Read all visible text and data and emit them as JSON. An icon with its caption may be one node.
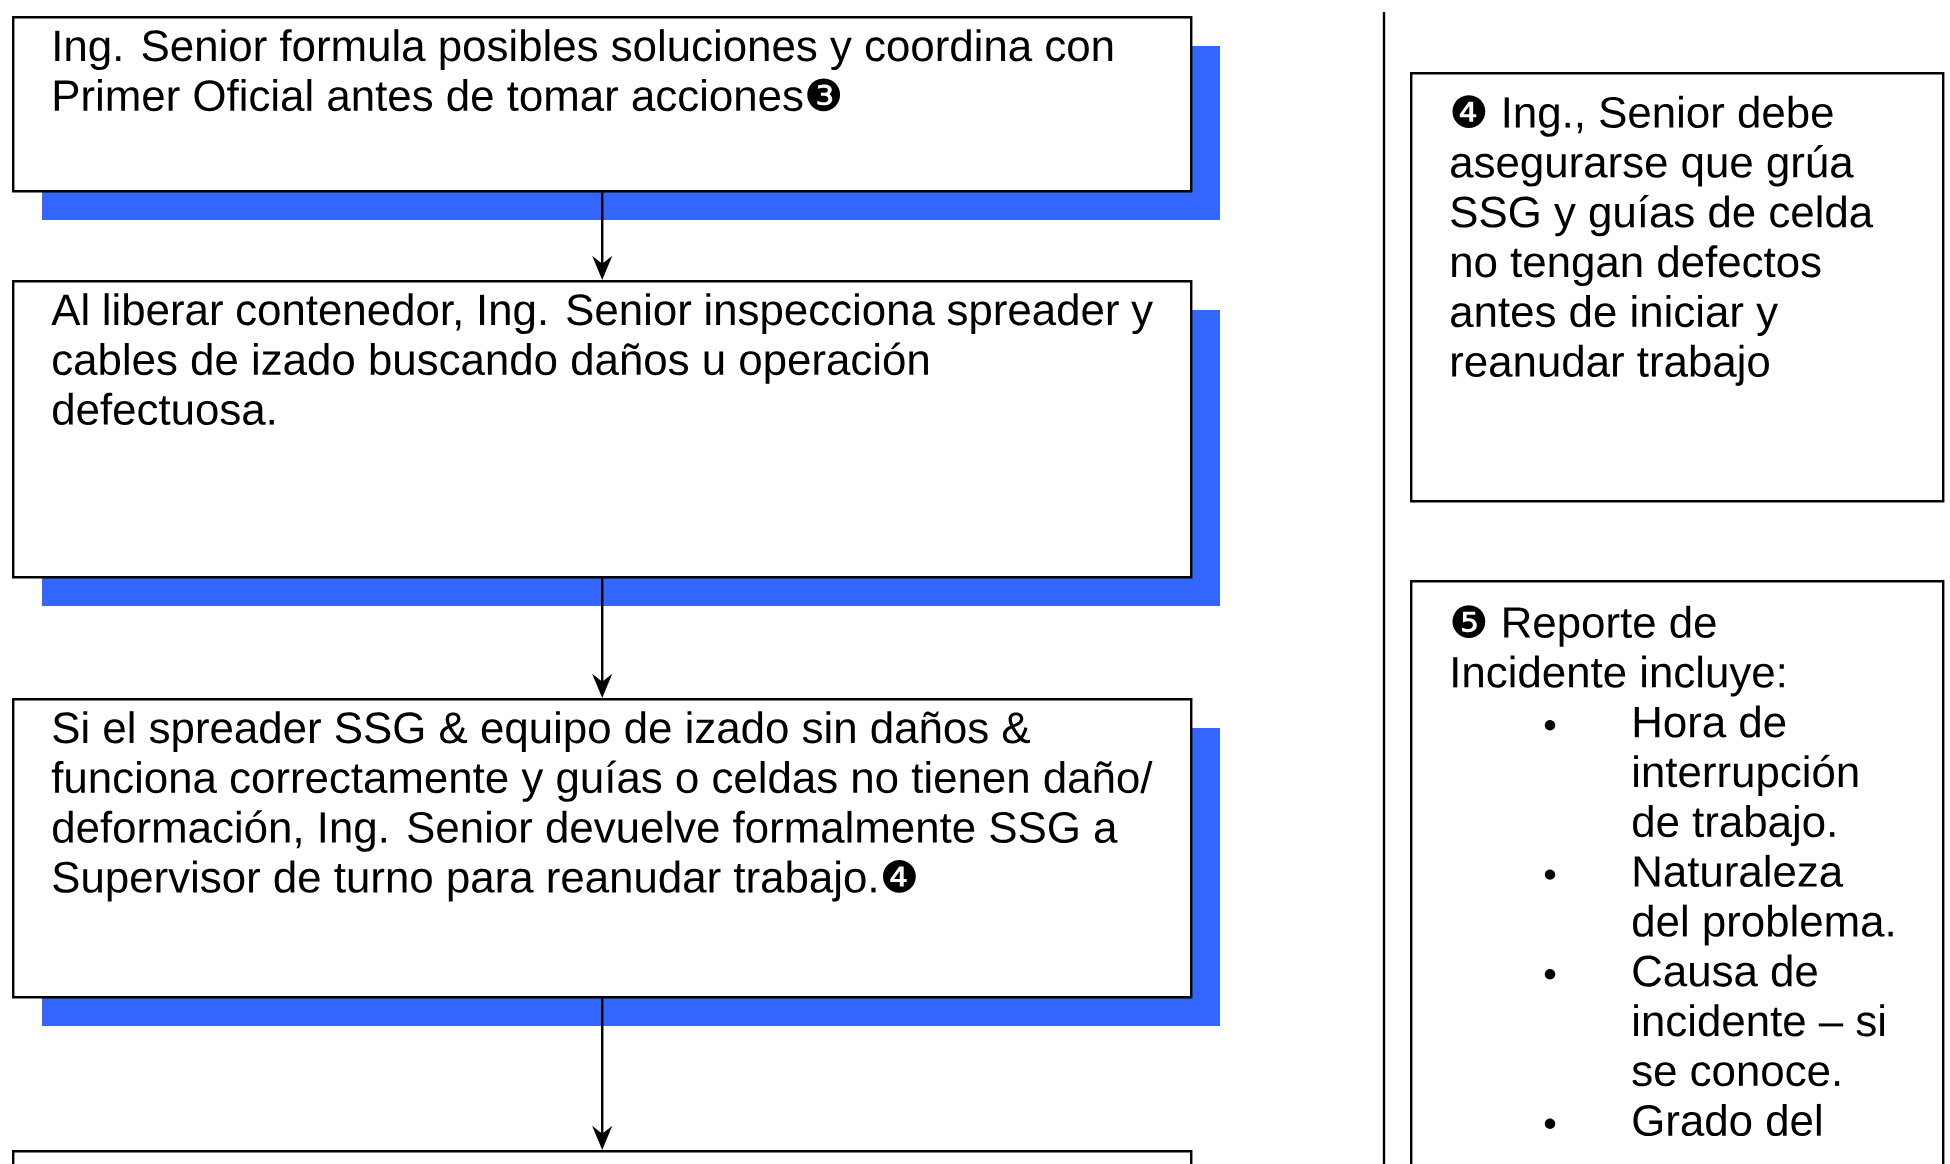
{
  "diagram": {
    "nodes": [
      {
        "text": [
          "Ing. Senior formula posibles soluciones y coordina con Primer Oficial antes de tomar acciones❸"
        ]
      },
      {
        "text": [
          "Al liberar contenedor, Ing. Senior inspecciona spreader y cables de izado buscando daños u operación defectuosa."
        ]
      },
      {
        "text": [
          "Si el spreader SSG & equipo de izado sin daños & funciona correctamente y guías o celdas no tienen daño/ deformación, Ing. Senior devuelve formalmente SSG a Supervisor de turno para reanudar trabajo.❹"
        ]
      },
      {
        "text": [],
        "shape": "box"
      },
      {
        "text": [
          "❹ Ing., Senior debe asegurarse que grúa SSG y guías de celda no tengan defectos antes de iniciar y reanudar trabajo"
        ]
      },
      {
        "text": [
          "❺ Reporte de Incidente incluye:",
          "Hora de interrupción de trabajo.",
          "Naturaleza del problema.",
          "Causa de incidente – si se conoce.",
          "Grado del"
        ]
      }
    ],
    "edges": [
      {
        "from": 0,
        "to": 1,
        "arrow": "to"
      },
      {
        "from": 1,
        "to": 2,
        "arrow": "to"
      },
      {
        "from": 2,
        "to": 3,
        "arrow": "to"
      }
    ]
  }
}
